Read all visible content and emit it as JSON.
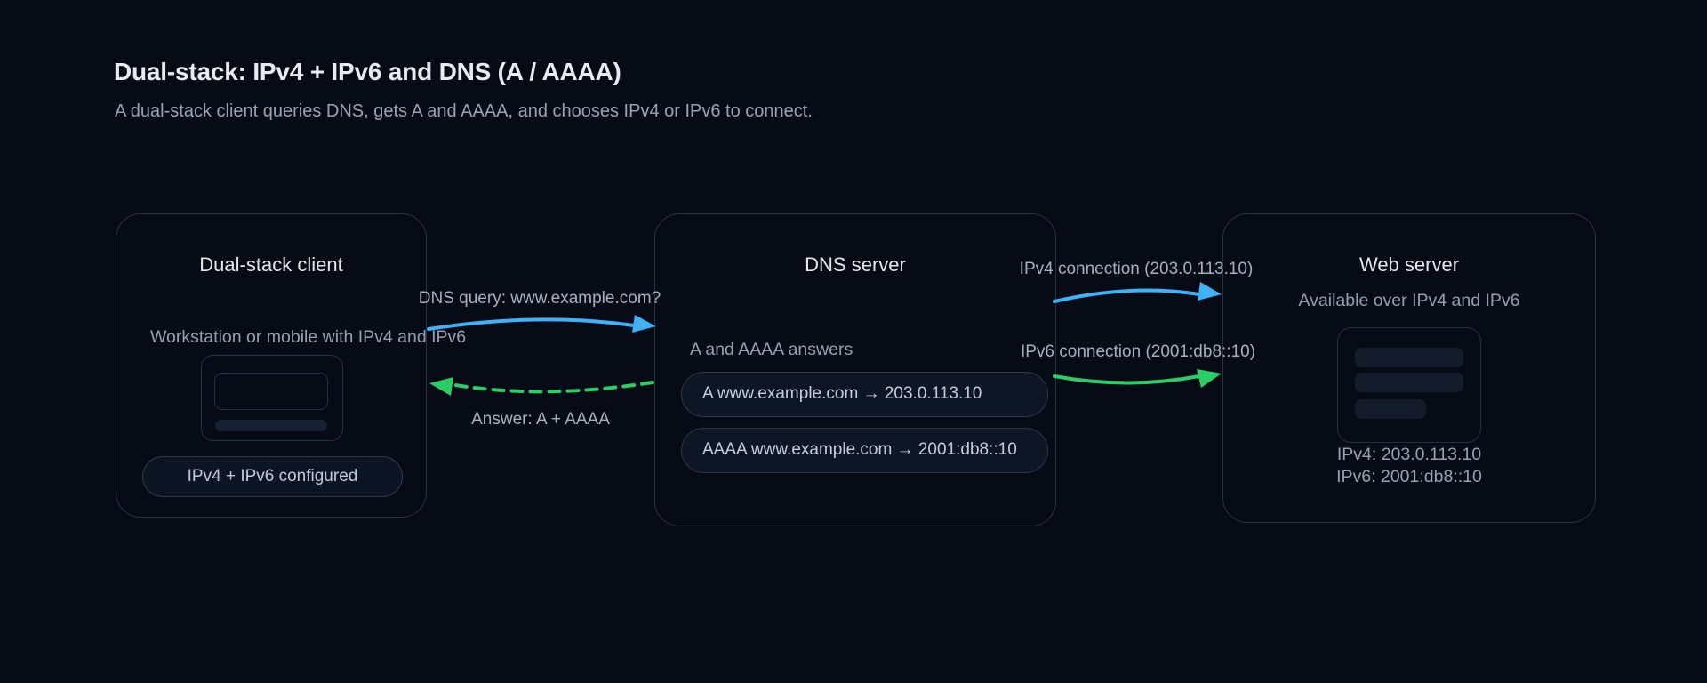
{
  "header": {
    "title": "Dual-stack: IPv4 + IPv6 and DNS (A / AAAA)",
    "subtitle": "A dual-stack client queries DNS, gets A and AAAA, and chooses IPv4 or IPv6 to connect."
  },
  "client": {
    "title": "Dual-stack client",
    "description": "Workstation or mobile with IPv4 and IPv6",
    "badge": "IPv4 + IPv6 configured",
    "icon": "workstation-icon"
  },
  "dns": {
    "title": "DNS server",
    "records_label": "A and AAAA answers",
    "records": [
      "A www.example.com → 203.0.113.10",
      "AAAA www.example.com → 2001:db8::10"
    ]
  },
  "web": {
    "title": "Web server",
    "description": "Available over IPv4 and IPv6",
    "ipv4_address": "IPv4: 203.0.113.10",
    "ipv6_address": "IPv6: 2001:db8::10",
    "icon": "server-icon"
  },
  "connections": {
    "dns_query": "DNS query: www.example.com?",
    "dns_answer": "Answer: A + AAAA",
    "ipv4_connection": "IPv4 connection (203.0.113.10)",
    "ipv6_connection": "IPv6 connection (2001:db8::10)"
  },
  "colors": {
    "ipv4_blue": "#3fb1f7",
    "ipv6_green": "#2bce66"
  }
}
